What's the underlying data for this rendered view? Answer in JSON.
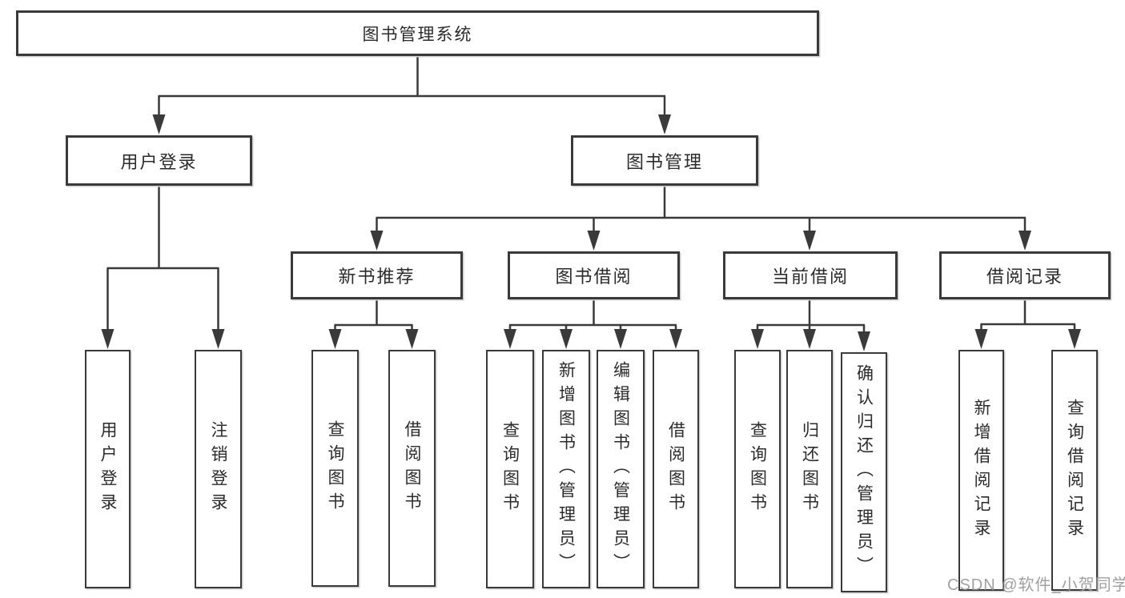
{
  "tree": {
    "label": "图书管理系统",
    "children": [
      {
        "label": "用户登录",
        "children": [
          {
            "label": "用户登录"
          },
          {
            "label": "注销登录"
          }
        ]
      },
      {
        "label": "图书管理",
        "children": [
          {
            "label": "新书推荐",
            "children": [
              {
                "label": "查询图书"
              },
              {
                "label": "借阅图书"
              }
            ]
          },
          {
            "label": "图书借阅",
            "children": [
              {
                "label": "查询图书"
              },
              {
                "label": "新增图书（管理员）"
              },
              {
                "label": "编辑图书（管理员）"
              },
              {
                "label": "借阅图书"
              }
            ]
          },
          {
            "label": "当前借阅",
            "children": [
              {
                "label": "查询图书"
              },
              {
                "label": "归还图书"
              },
              {
                "label": "确认归还（管理员）"
              }
            ]
          },
          {
            "label": "借阅记录",
            "children": [
              {
                "label": "新增借阅记录"
              },
              {
                "label": "查询借阅记录"
              }
            ]
          }
        ]
      }
    ]
  },
  "watermark": {
    "text": "CSDN @软件_小贺同学"
  },
  "colors": {
    "line": "#3a3a3a",
    "box_border": "#3a3a3a",
    "box_fill": "#ffffff",
    "text": "#2b2b2b",
    "watermark_text": "#969696",
    "background": "#ffffff"
  }
}
